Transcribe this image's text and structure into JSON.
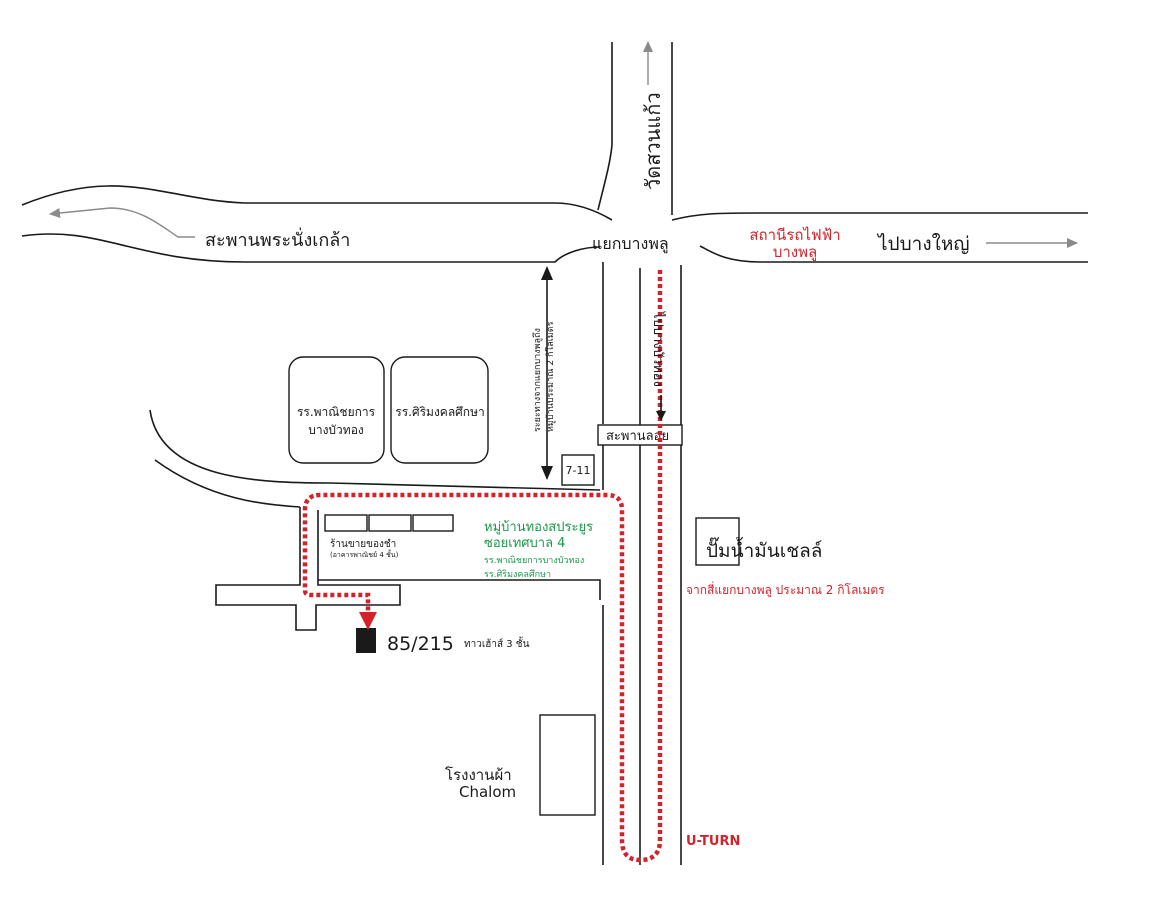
{
  "map": {
    "roads": {
      "sapan_phra_nang_klao": "สะพานพระนั่งเกล้า",
      "wat_suan_kaeo": "วัดสวนแก้ว",
      "pai_bang_yai": "ไปบางใหญ่",
      "yaek_bang_phlu": "แยกบางพลู",
      "pai_bang_bua_thong": "ไปบางบัวทอง",
      "saphan_loi": "สะพานลอย"
    },
    "station": {
      "line1": "สถานีรถไฟฟ้า",
      "line2": "บางพลู"
    },
    "distance_note": {
      "line1": "ระยะทางจากแยกบางพลูถึง",
      "line2": "หมู่บ้านประมาณ 2 กิโลเมตร"
    },
    "schools": {
      "commercial": {
        "line1": "รร.พาณิชยการ",
        "line2": "บางบัวทอง"
      },
      "sirimongkol": {
        "line1": "รร.ศิริมงคลศึกษา"
      }
    },
    "seven_eleven": "7-11",
    "shops": {
      "line1": "ร้านขายของชำ",
      "line2": "(อาคารพาณิชย์ 4 ชั้น)"
    },
    "village": {
      "line1": "หมู่บ้านทองสประยูร",
      "line2": "ซอยเทศบาล 4",
      "line3": "รร.พาณิชยการบางบัวทอง",
      "line4": "รร.ศิริมงคลศึกษา"
    },
    "gas_station": "ปั๊มน้ำมันเชลล์",
    "from_intersection": "จากสี่แยกบางพลู ประมาณ 2 กิโลเมตร",
    "destination": {
      "number": "85/215",
      "desc": "ทาวเฮ้าส์ 3 ชั้น"
    },
    "factory": {
      "line1": "โรงงานผ้า",
      "line2": "Chalom"
    },
    "uturn": "U-TURN",
    "colors": {
      "route": "#d2232a",
      "village_text": "#1a9a4a",
      "road_line": "#1a1a1a",
      "direction_arrow": "#8a8a8a"
    }
  }
}
